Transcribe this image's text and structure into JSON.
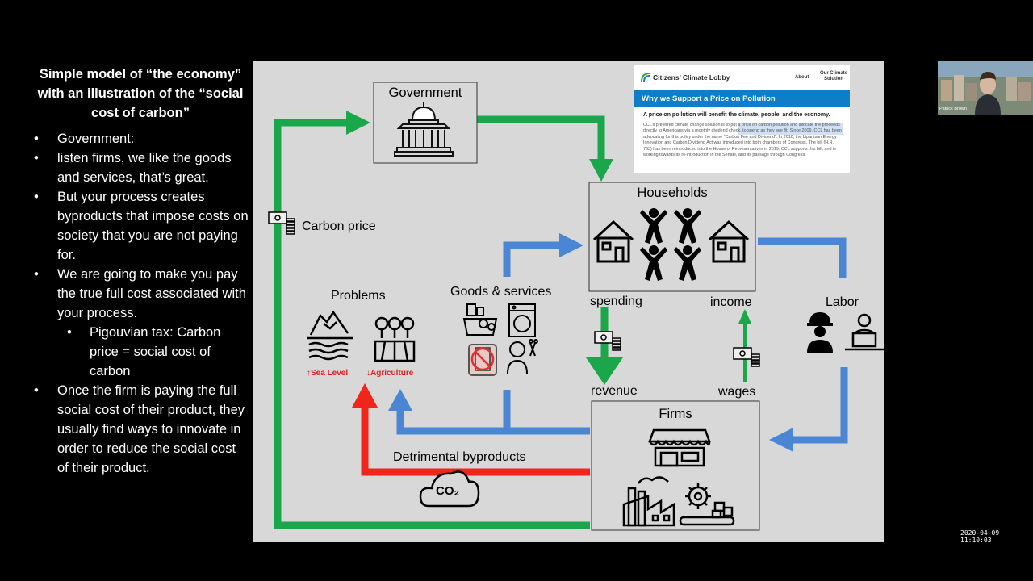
{
  "slide": {
    "title": "Simple model of “the economy” with an illustration of the “social cost of carbon”",
    "bullets": [
      "Government:",
      "listen firms, we like the goods and services, that’s great.",
      "But your process creates byproducts that impose costs on society that you are not paying for.",
      "We are going to make you pay the true full cost associated with your process."
    ],
    "sub_bullet": "Pigouvian tax: Carbon price = social cost of carbon",
    "last_bullet": "Once the firm is paying the full social cost of their product, they usually find ways to innovate in order to reduce the social cost of their product."
  },
  "diagram": {
    "government": "Government",
    "households": "Households",
    "firms": "Firms",
    "labor": "Labor",
    "goods_services": "Goods & services",
    "problems": "Problems",
    "sea_level": "↑Sea Level",
    "agriculture": "↓Agriculture",
    "carbon_price": "Carbon price",
    "spending": "spending",
    "income": "income",
    "revenue": "revenue",
    "wages": "wages",
    "detrimental": "Detrimental byproducts",
    "co2": "CO₂",
    "colors": {
      "green": "#1aa64a",
      "blue": "#4a86d4",
      "red": "#f2251a",
      "panel": "#d8d8d8"
    }
  },
  "ccl": {
    "logo": "Citizens’ Climate Lobby",
    "about": "About",
    "our_solution": "Our Climate Solution",
    "bar_title": "Why we Support a Price on Pollution",
    "subtitle": "A price on pollution will benefit the climate, people, and the economy.",
    "body": "CCL’s preferred climate change solution is to put a price on carbon pollution and allocate the proceeds directly to Americans via a monthly dividend check, to spend as they see fit. Since 2009, CCL has been advocating for this policy under the name “Carbon Fee and Dividend”. In 2018, the bipartisan Energy Innovation and Carbon Dividend Act was introduced into both chambers of Congress. The bill (H.R. 763) has been reintroduced into the House of Representatives in 2019. CCL supports this bill, and is working towards its re-introduction in the Senate, and its passage through Congress."
  },
  "webcam": {
    "name": "Patrick Brown"
  },
  "timestamp": "2020-04-09  11:10:03"
}
